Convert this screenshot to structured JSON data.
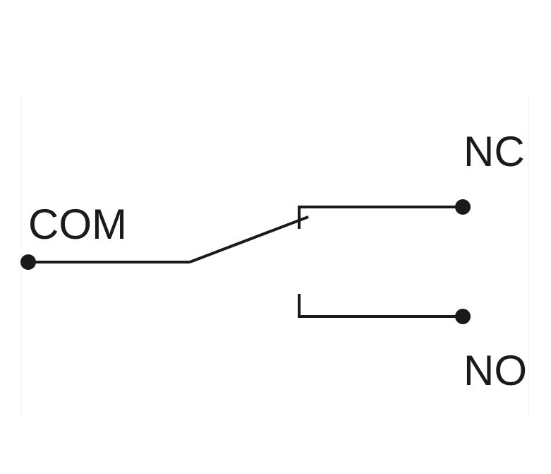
{
  "diagram": {
    "labels": {
      "com": "COM",
      "nc": "NC",
      "no": "NO"
    },
    "colors": {
      "line": "#1a1a1a",
      "background": "#ffffff"
    }
  }
}
